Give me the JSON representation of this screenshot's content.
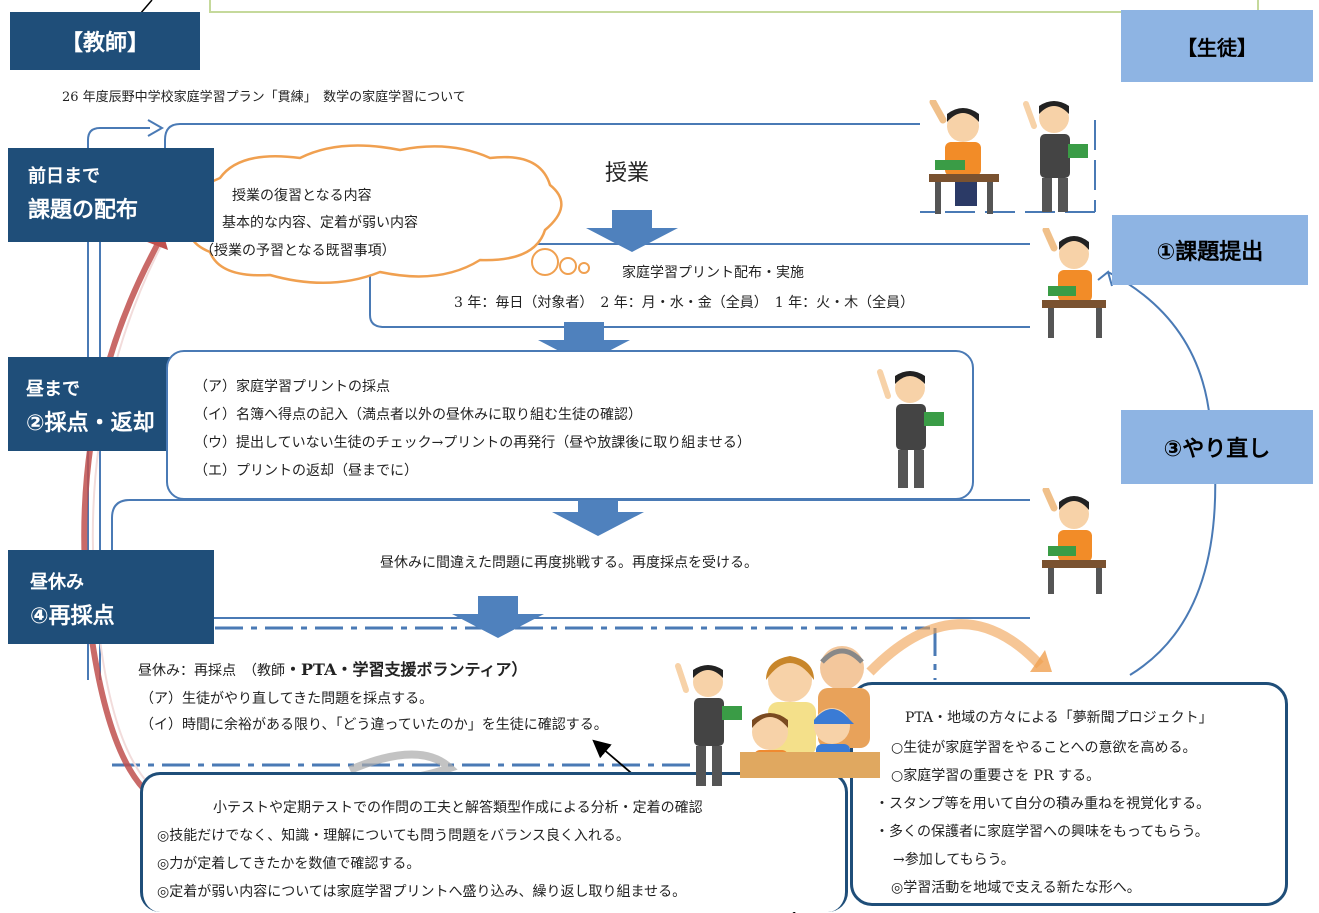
{
  "labels": {
    "teacher": "【教師】",
    "student": "【生徒】",
    "previous_day_line1": "前日まで",
    "previous_day_line2": "課題の配布",
    "noon_line1": "昼まで",
    "noon_line2": "②採点・返却",
    "lunch_line1": "昼休み",
    "lunch_line2": "④再採点",
    "submit": "①課題提出",
    "redo": "③やり直し"
  },
  "title": "26 年度辰野中学校家庭学習プラン「貫練」　数学の家庭学習について",
  "lesson_box": {
    "title": "授業"
  },
  "cloud": {
    "line1": "授業の復習となる内容",
    "line2": "基本的な内容、定着が弱い内容",
    "line3": "（授業の予習となる既習事項）"
  },
  "print_box": {
    "line1": "家庭学習プリント配布・実施",
    "line2": "3 年：毎日（対象者）　2 年：月・水・金（全員）　1 年：火・木（全員）"
  },
  "grading_box": {
    "items": [
      "（ア）家庭学習プリントの採点",
      "（イ）名簿へ得点の記入（満点者以外の昼休みに取り組む生徒の確認）",
      "（ウ）提出していない生徒のチェック→プリントの再発行（昼や放課後に取り組ませる）",
      "（エ）プリントの返却（昼までに）"
    ]
  },
  "retry_band": {
    "text": "昼休みに間違えた問題に再度挑戦する。再度採点を受ける。"
  },
  "regrade_box": {
    "heading_prefix": "昼休み：再採点　（教師",
    "heading_bold": "・PTA・学習支援ボランティア）",
    "items": [
      "（ア）生徒がやり直してきた問題を採点する。",
      "（イ）時間に余裕がある限り、「どう違っていたのか」を生徒に確認する。"
    ]
  },
  "test_box": {
    "heading": "小テストや定期テストでの作問の工夫と解答類型作成による分析・定着の確認",
    "items": [
      "◎技能だけでなく、知識・理解についても問う問題をバランス良く入れる。",
      "◎力が定着してきたかを数値で確認する。",
      "◎定着が弱い内容については家庭学習プリントへ盛り込み、繰り返し取り組ませる。"
    ]
  },
  "pta_box": {
    "heading": "PTA・地域の方々による「夢新聞プロジェクト」",
    "items": [
      "○生徒が家庭学習をやることへの意欲を高める。",
      "○家庭学習の重要さを PR する。",
      "・スタンプ等を用いて自分の積み重ねを視覚化する。",
      "・多くの保護者に家庭学習への興味をもってもらう。",
      "　→参加してもらう。",
      "◎学習活動を地域で支える新たな形へ。"
    ]
  },
  "colors": {
    "dark_label": "#1f4e79",
    "light_label": "#8eb4e3",
    "flow_line": "#4a7ab5",
    "arrow_fill": "#4f81bd",
    "cloud_stroke": "#f0a050",
    "red_arrow": "#c0504d"
  },
  "icons": {
    "down_arrow": "down-arrow-icon",
    "student_raising_hand": "student-raising-hand-icon",
    "student_with_book": "student-with-book-icon",
    "family": "family-icon"
  }
}
